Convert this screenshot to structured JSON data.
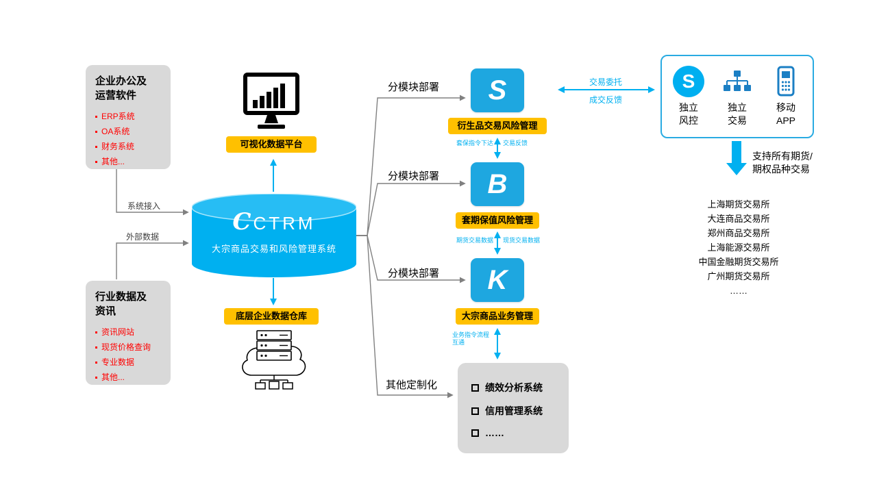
{
  "colors": {
    "badge_yellow": "#FFC000",
    "cylinder_blue": "#00B0F0",
    "module_icon_blue": "#1EA7E0",
    "panel_border_blue": "#29ABE2",
    "gray_box": "#D9D9D9",
    "red_text": "#FF0000",
    "line_gray": "#808080",
    "arrow_blue": "#00B0F0",
    "skype_blue": "#00AFF0"
  },
  "sources": {
    "office": {
      "title": "企业办公及运营软件",
      "items": [
        "ERP系统",
        "OA系统",
        "财务系统",
        "其他..."
      ]
    },
    "industry": {
      "title": "行业数据及资讯",
      "items": [
        "资讯网站",
        "现货价格查询",
        "专业数据",
        "其他..."
      ]
    },
    "arrows": {
      "system_access": "系统接入",
      "external_data": "外部数据"
    }
  },
  "core": {
    "viz_badge": "可视化数据平台",
    "logo_script": "C",
    "logo_text": "CTRM",
    "subtitle": "大宗商品交易和风险管理系统",
    "warehouse_badge": "底层企业数据仓库"
  },
  "branches": {
    "label_module": "分模块部署",
    "label_custom": "其他定制化",
    "modules": [
      {
        "glyph": "S",
        "badge": "衍生品交易风险管理"
      },
      {
        "glyph": "B",
        "badge": "套期保值风险管理"
      },
      {
        "glyph": "K",
        "badge": "大宗商品业务管理"
      }
    ],
    "custom_items": [
      "绩效分析系统",
      "信用管理系统",
      "……"
    ]
  },
  "flows": [
    {
      "left": "套保指令下达",
      "right": "交易反馈"
    },
    {
      "left": "期货交易数据",
      "right": "现货交易数据"
    },
    {
      "left": "业务指令流程互通",
      "right": ""
    }
  ],
  "trade_link": {
    "top": "交易委托",
    "bottom": "成交反馈"
  },
  "terminals": {
    "items": [
      {
        "glyph": "S",
        "label_top": "独立",
        "label_bottom": "风控"
      },
      {
        "label_top": "独立",
        "label_bottom": "交易"
      },
      {
        "label_top": "移动",
        "label_bottom": "APP"
      }
    ],
    "support_line1": "支持所有期货/",
    "support_line2": "期权品种交易",
    "exchanges": [
      "上海期货交易所",
      "大连商品交易所",
      "郑州商品交易所",
      "上海能源交易所",
      "中国金融期货交易所",
      "广州期货交易所",
      "……"
    ]
  }
}
